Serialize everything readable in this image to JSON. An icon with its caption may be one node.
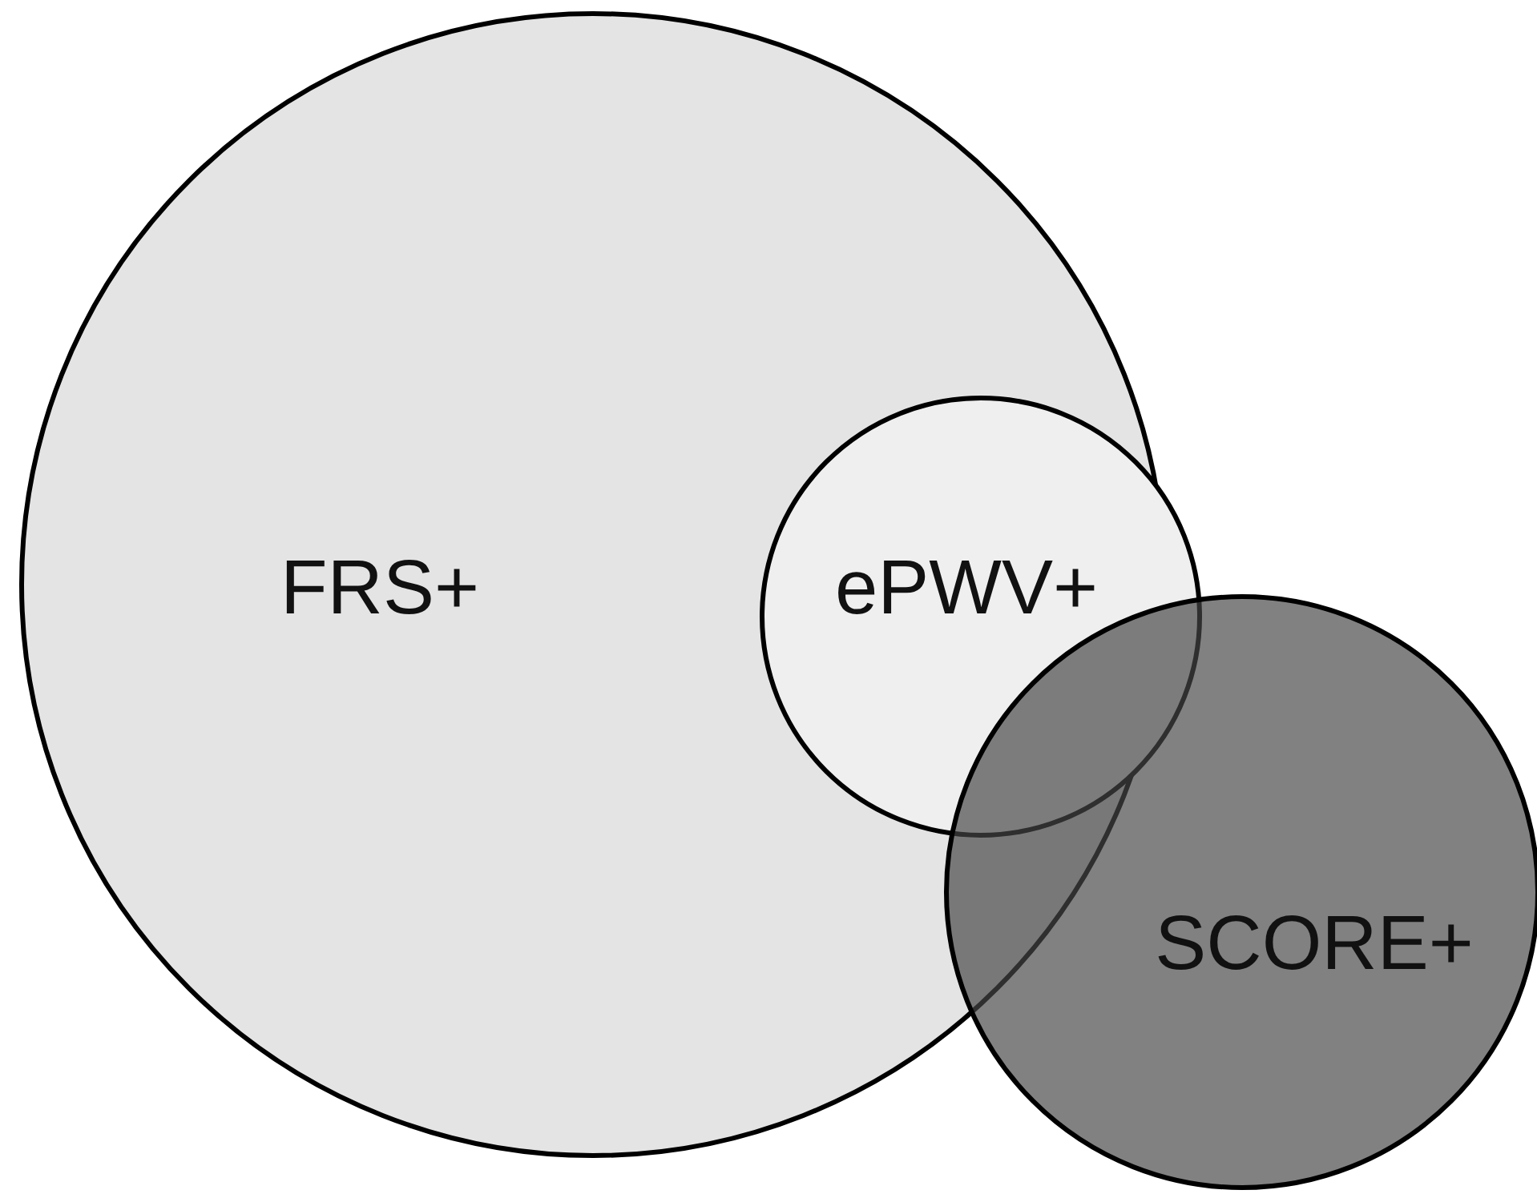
{
  "diagram": {
    "nodes": [
      {
        "text": [
          "FRS+"
        ]
      },
      {
        "text": [
          "ePWV+"
        ]
      },
      {
        "text": [
          "SCORE+"
        ]
      }
    ],
    "edges": []
  }
}
